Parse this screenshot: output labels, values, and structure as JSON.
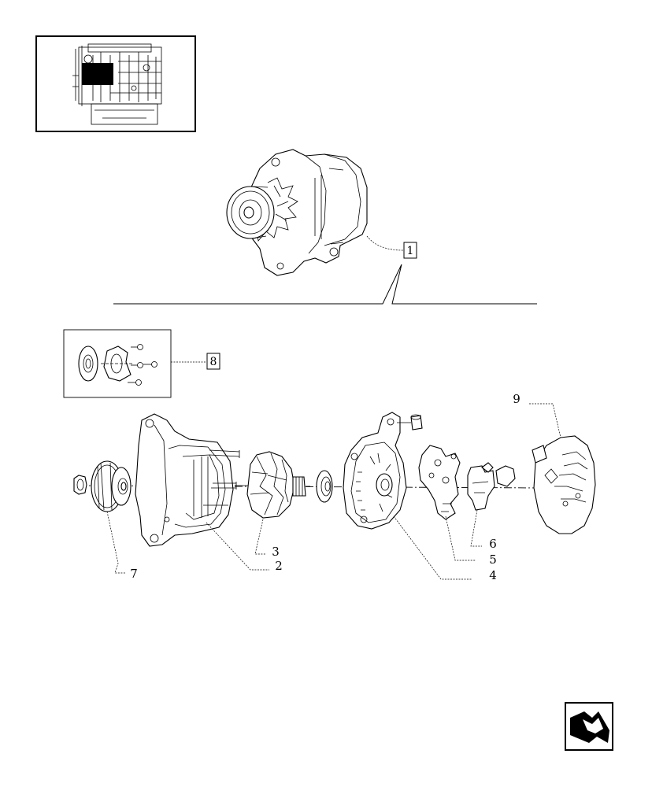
{
  "callouts": {
    "assembly": "1",
    "stator": "2",
    "rotor": "3",
    "end_frame": "4",
    "rectifier": "5",
    "regulator": "6",
    "pulley": "7",
    "kit": "8",
    "cover": "9"
  },
  "icons": {
    "engine_locator": "engine-thumbnail-icon",
    "navigation": "next-page-arrow-icon"
  }
}
